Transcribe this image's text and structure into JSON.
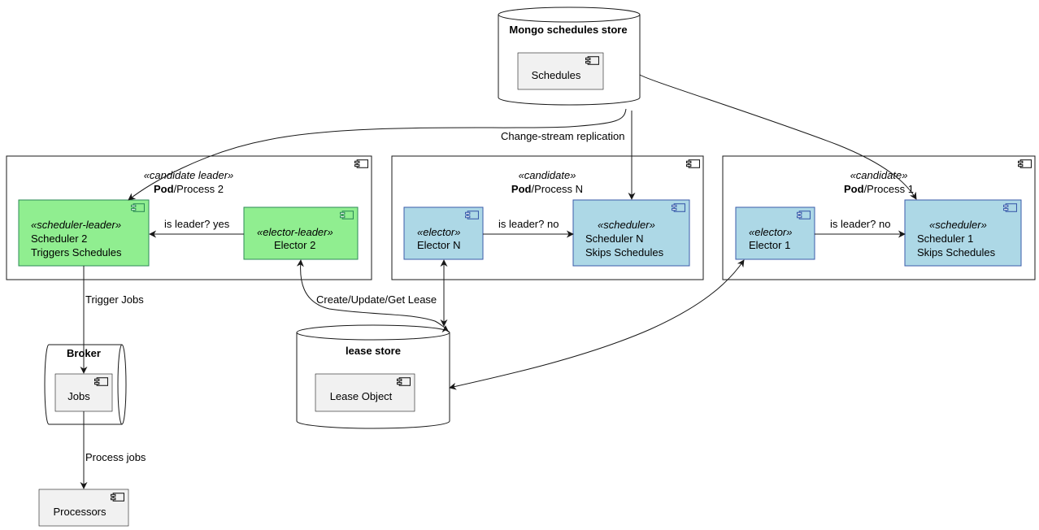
{
  "mongo": {
    "title": "Mongo schedules store",
    "schedules_label": "Schedules"
  },
  "edge_labels": {
    "change_stream": "Change-stream replication",
    "leader_yes": "is leader? yes",
    "leader_no_n": "is leader? no",
    "leader_no_1": "is leader? no",
    "lease": "Create/Update/Get Lease",
    "trigger_jobs": "Trigger Jobs",
    "process_jobs": "Process jobs"
  },
  "pod2": {
    "stereotype": "«candidate leader»",
    "title_a": "Pod",
    "title_b": "/Process 2",
    "scheduler": {
      "stereotype": "«scheduler-leader»",
      "line1": "Scheduler 2",
      "line2": "Triggers Schedules"
    },
    "elector": {
      "stereotype": "«elector-leader»",
      "line1": "Elector 2"
    }
  },
  "podN": {
    "stereotype": "«candidate»",
    "title_a": "Pod",
    "title_b": "/Process N",
    "elector": {
      "stereotype": "«elector»",
      "line1": "Elector N"
    },
    "scheduler": {
      "stereotype": "«scheduler»",
      "line1": "Scheduler N",
      "line2": "Skips Schedules"
    }
  },
  "pod1": {
    "stereotype": "«candidate»",
    "title_a": "Pod",
    "title_b": "/Process 1",
    "elector": {
      "stereotype": "«elector»",
      "line1": "Elector 1"
    },
    "scheduler": {
      "stereotype": "«scheduler»",
      "line1": "Scheduler 1",
      "line2": "Skips Schedules"
    }
  },
  "broker": {
    "title": "Broker",
    "jobs_label": "Jobs"
  },
  "lease_store": {
    "title": "lease store",
    "object_label": "Lease Object"
  },
  "processors": {
    "label": "Processors"
  },
  "colors": {
    "leader_fill": "#90EE90",
    "leader_stroke": "#2E8B57",
    "candidate_fill": "#ADD8E6",
    "candidate_stroke": "#3A5BAA",
    "component_fill": "#F1F1F1",
    "line": "#181818"
  }
}
